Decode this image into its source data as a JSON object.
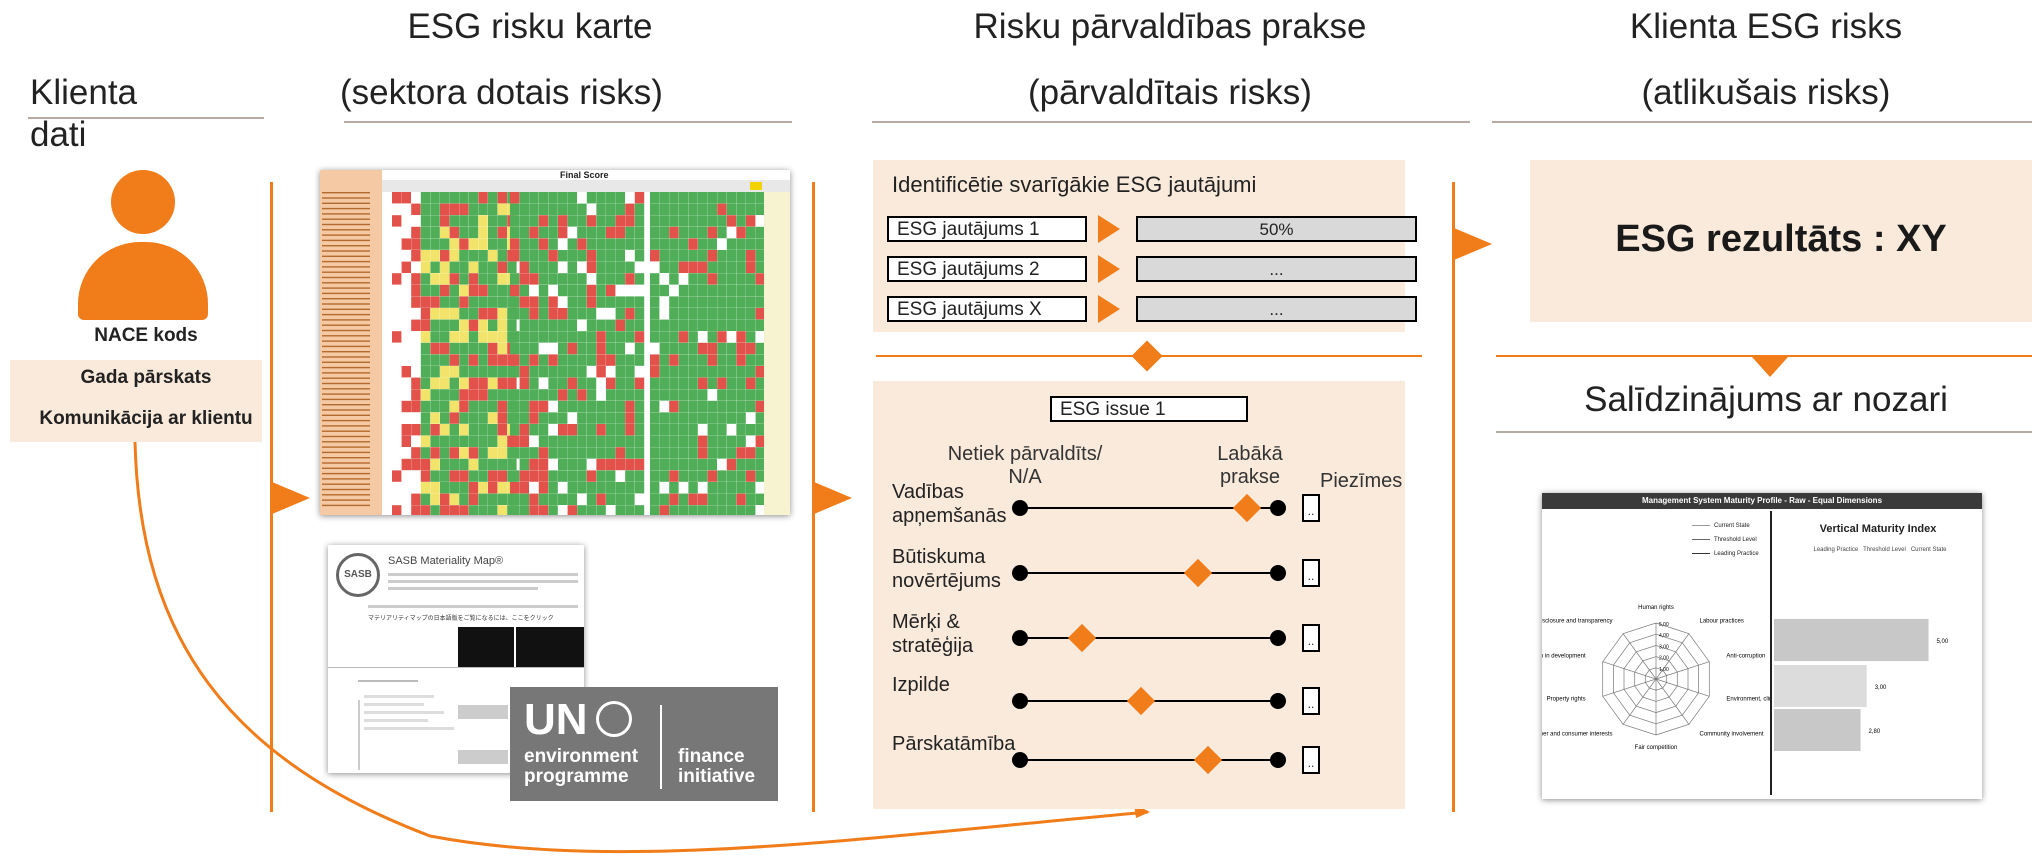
{
  "headers": {
    "col1": "Klienta dati",
    "col2_line1": "ESG risku karte",
    "col2_line2": "(sektora dotais risks)",
    "col3_line1": "Risku pārvaldības prakse",
    "col3_line2": "(pārvaldītais risks)",
    "col4_line1": "Klienta ESG risks",
    "col4_line2": "(atlikušais risks)"
  },
  "client": {
    "icon": "person-icon",
    "items": [
      "NACE kods",
      "Gada pārskats",
      "Komunikācija ar klientu"
    ]
  },
  "risk_map": {
    "heatmap_title": "Final Score",
    "sasb_title": "SASB Materiality Map®",
    "sasb_japanese": "マテリアリティマップの日本語版をご覧になるには、ここをクリック",
    "sasb_logo": "SASB",
    "unep_un": "UN",
    "unep_line1": "environment",
    "unep_line2": "programme",
    "unep_fi1": "finance",
    "unep_fi2": "initiative"
  },
  "practice": {
    "identified_title": "Identificētie svarīgākie ESG jautājumi",
    "questions": [
      {
        "label": "ESG jautājums 1",
        "value": "50%"
      },
      {
        "label": "ESG jautājums 2",
        "value": "..."
      },
      {
        "label": "ESG jautājums X",
        "value": "..."
      }
    ],
    "issue_label": "ESG issue 1",
    "scale_left": "Netiek pārvaldīts/\nN/A",
    "scale_right": "Labākā\nprakse",
    "notes_label": "Piezīmes",
    "dimensions": [
      {
        "label": "Vadības\napņemšanās",
        "level": 0.88
      },
      {
        "label": "Būtiskuma\nnovērtējums",
        "level": 0.69
      },
      {
        "label": "Mērķi &\nstratēģija",
        "level": 0.24
      },
      {
        "label": "Izpilde",
        "level": 0.47
      },
      {
        "label": "Pārskatāmība",
        "level": 0.73
      }
    ]
  },
  "result": {
    "score_text": "ESG rezultāts : XY",
    "comparison": "Salīdzinājums ar nozari",
    "chart_title": "Management System Maturity Profile - Raw - Equal Dimensions",
    "legend": [
      "Current State",
      "Threshold Level",
      "Leading Practice"
    ],
    "radar_axes": [
      "Human rights",
      "Labour practices",
      "Anti-corruption",
      "Environment, climate and ecosystem",
      "Community involvement",
      "Fair competition",
      "Customer and consumer interests",
      "Property rights",
      "Role of women in development",
      "Disclosure and transparency"
    ],
    "radar_ticks": [
      "1,00",
      "2,00",
      "3,00",
      "4,00",
      "5,00"
    ],
    "bar_title": "Vertical Maturity Index",
    "bar_legend": [
      "Leading Practice",
      "Threshold Level",
      "Current State"
    ]
  },
  "chart_data": {
    "type": "bar",
    "title": "Vertical Maturity Index",
    "categories": [
      "Leading Practice",
      "Threshold Level",
      "Current State"
    ],
    "values": [
      5.0,
      3.0,
      2.8
    ],
    "value_labels": [
      "5,00",
      "3,00",
      "2,80"
    ],
    "xlim": [
      0,
      5.5
    ]
  },
  "colors": {
    "accent": "#f07c1a",
    "peach": "#faeadc",
    "rule": "#b8aaa3",
    "risk_red": "#e2524a",
    "risk_green": "#4fae57",
    "risk_yellow": "#f2e46a"
  }
}
